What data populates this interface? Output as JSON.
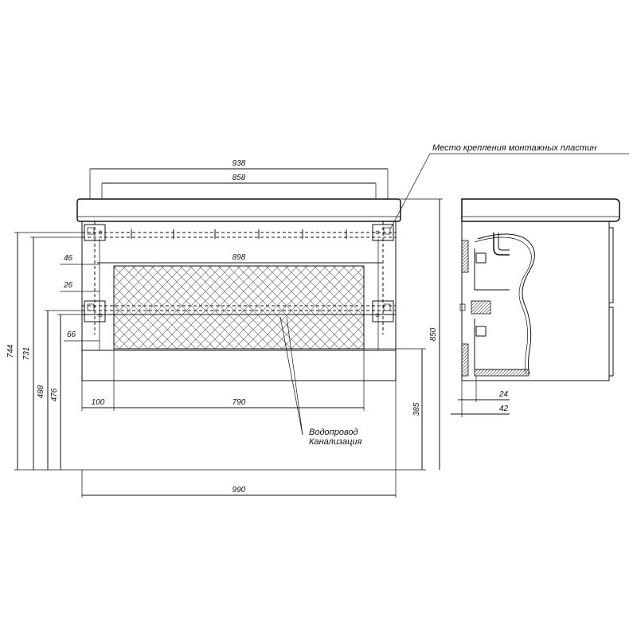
{
  "labels": {
    "mounting_plates": "Место крепления монтажных пластин",
    "water_supply": "Водопровод",
    "sewer": "Канализация"
  },
  "dimensions": {
    "d938": "938",
    "d858": "858",
    "d898": "898",
    "d46": "46",
    "d26": "26",
    "d66": "66",
    "d744": "744",
    "d731": "731",
    "d488": "488",
    "d476": "476",
    "d850": "850",
    "d385": "385",
    "d100": "100",
    "d790": "790",
    "d990": "990",
    "d24": "24",
    "d42": "42"
  }
}
